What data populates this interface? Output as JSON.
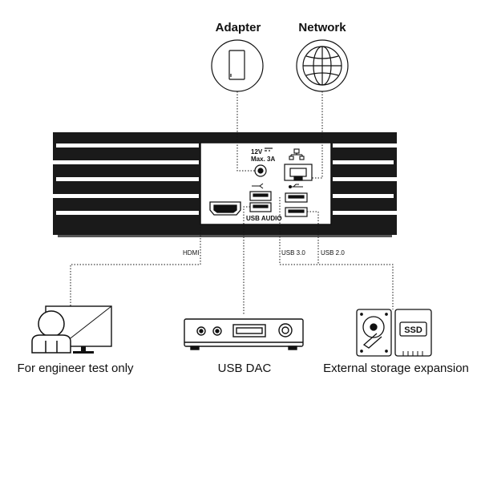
{
  "top_labels": {
    "adapter": "Adapter",
    "network": "Network"
  },
  "bottom_labels": {
    "engineer": "For engineer test only",
    "dac": "USB DAC",
    "storage": "External storage expansion"
  },
  "panel_labels": {
    "power_line1": "12V",
    "power_line2": "Max. 3A",
    "usb_audio": "USB AUDIO"
  },
  "connection_labels": {
    "hdmi": "HDMI",
    "usb3": "USB 3.0",
    "usb2": "USB 2.0"
  },
  "ssd_text": "SSD",
  "icons": [
    "adapter-icon",
    "globe-icon",
    "ethernet-icon",
    "usb-icon",
    "usb-ss-icon",
    "monitor-icon",
    "dac-icon",
    "hdd-icon",
    "ssd-icon"
  ]
}
